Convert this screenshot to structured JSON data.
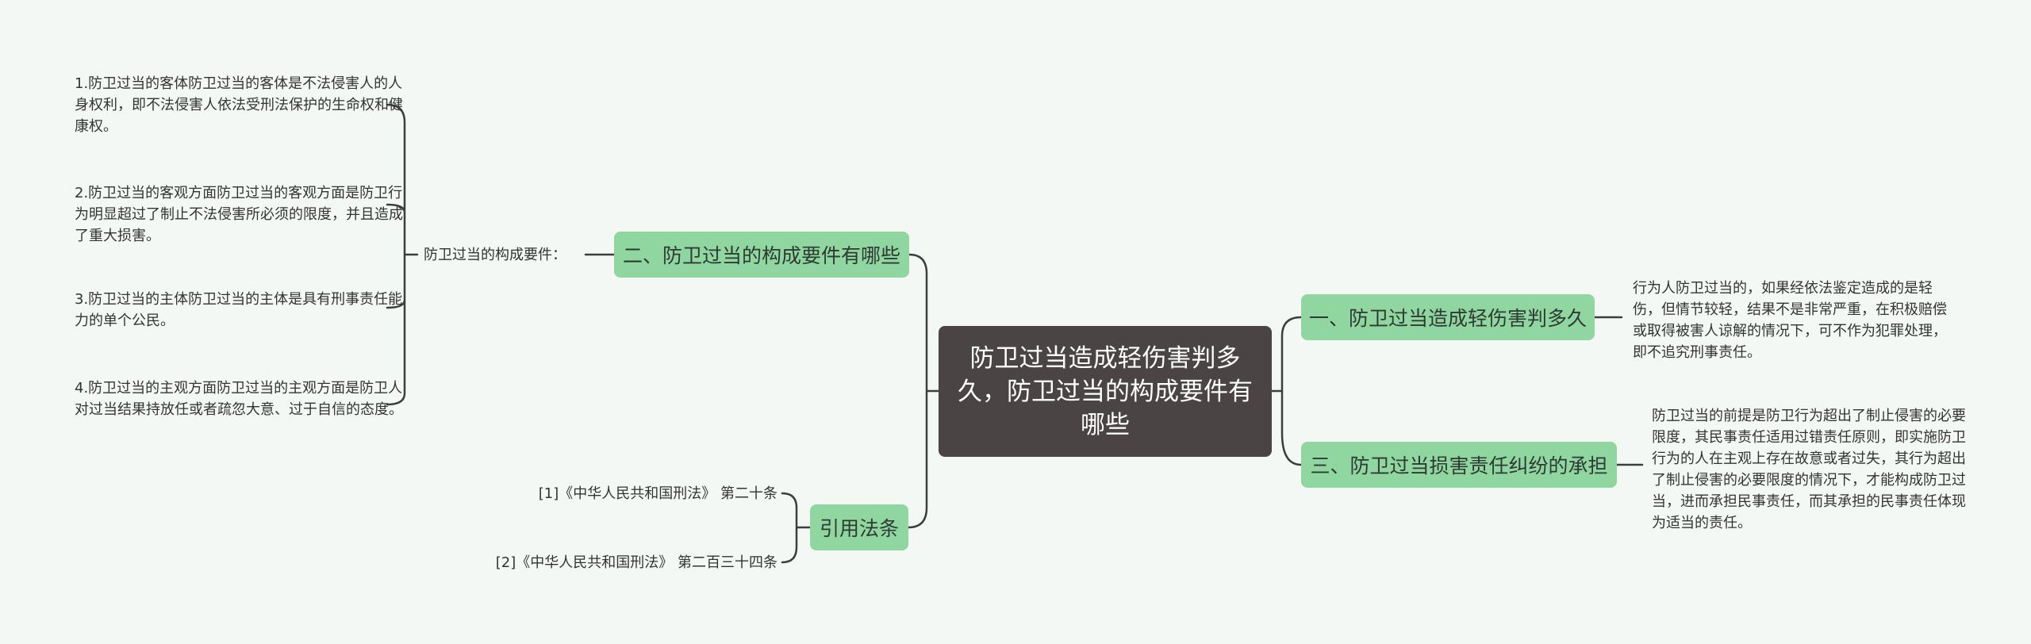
{
  "root": {
    "title": "防卫过当造成轻伤害判多久，防卫过当的构成要件有哪些"
  },
  "branches": {
    "b1": {
      "label": "一、防卫过当造成轻伤害判多久"
    },
    "b2": {
      "label": "二、防卫过当的构成要件有哪些"
    },
    "b3": {
      "label": "三、防卫过当损害责任纠纷的承担"
    },
    "b4": {
      "label": "引用法条"
    }
  },
  "b1_detail": "行为人防卫过当的，如果经依法鉴定造成的是轻伤，但情节较轻，结果不是非常严重，在积极赔偿或取得被害人谅解的情况下，可不作为犯罪处理，即不追究刑事责任。",
  "b2_label": "防卫过当的构成要件：",
  "b2_items": [
    "1.防卫过当的客体防卫过当的客体是不法侵害人的人身权利，即不法侵害人依法受刑法保护的生命权和健康权。",
    "2.防卫过当的客观方面防卫过当的客观方面是防卫行为明显超过了制止不法侵害所必须的限度，并且造成了重大损害。",
    "3.防卫过当的主体防卫过当的主体是具有刑事责任能力的单个公民。",
    "4.防卫过当的主观方面防卫过当的主观方面是防卫人对过当结果持放任或者疏忽大意、过于自信的态度。"
  ],
  "b3_detail": "防卫过当的前提是防卫行为超出了制止侵害的必要限度，其民事责任适用过错责任原则，即实施防卫行为的人在主观上存在故意或者过失，其行为超出了制止侵害的必要限度的情况下，才能构成防卫过当，进而承担民事责任，而其承担的民事责任体现为适当的责任。",
  "laws": [
    "[1]《中华人民共和国刑法》 第二十条",
    "[2]《中华人民共和国刑法》 第二百三十四条"
  ],
  "colors": {
    "root": "#4a4544",
    "branch": "#8fd6a0",
    "line": "#3d3d3d",
    "background": "#f4f8f5"
  }
}
